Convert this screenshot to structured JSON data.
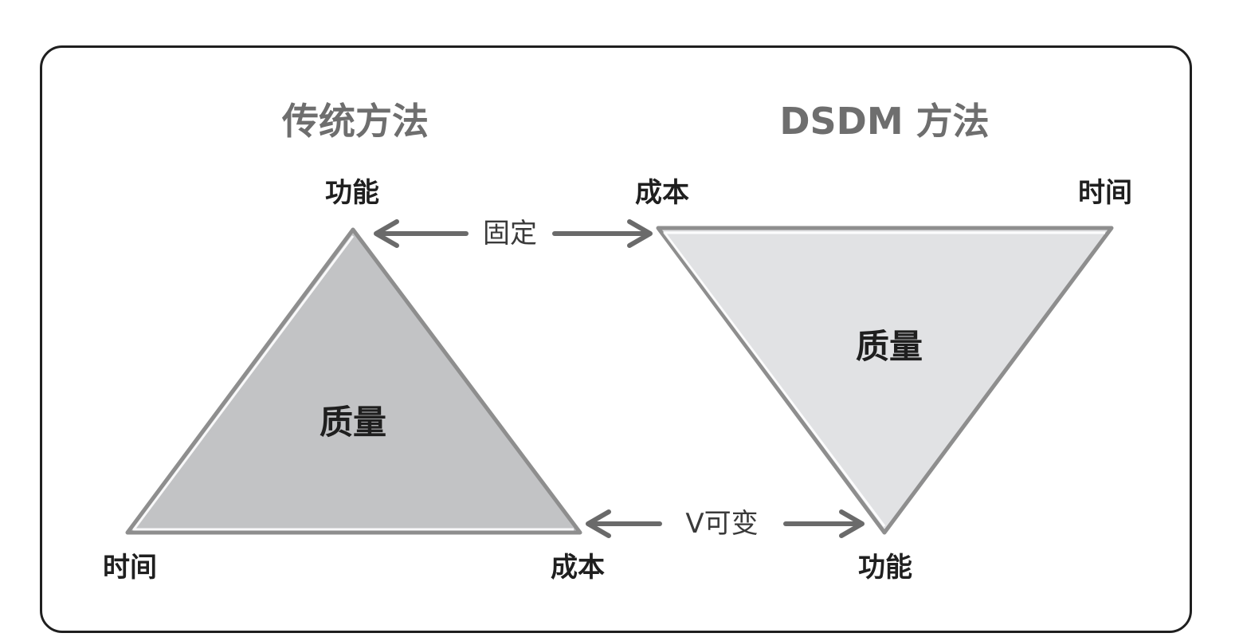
{
  "left": {
    "title": "传统方法",
    "top_vertex": "功能",
    "bottom_left_vertex": "时间",
    "bottom_right_vertex": "成本",
    "center": "质量"
  },
  "right": {
    "title": "DSDM 方法",
    "top_left_vertex": "成本",
    "top_right_vertex": "时间",
    "bottom_vertex": "功能",
    "center": "质量"
  },
  "arrows": {
    "fixed_label": "固定",
    "variable_label": "V可变"
  },
  "colors": {
    "left_fill": "#c2c3c5",
    "right_fill": "#e1e2e4",
    "outline": "#8e8e8e",
    "arrow": "#6a6a6a",
    "title": "#6e6e6e"
  }
}
